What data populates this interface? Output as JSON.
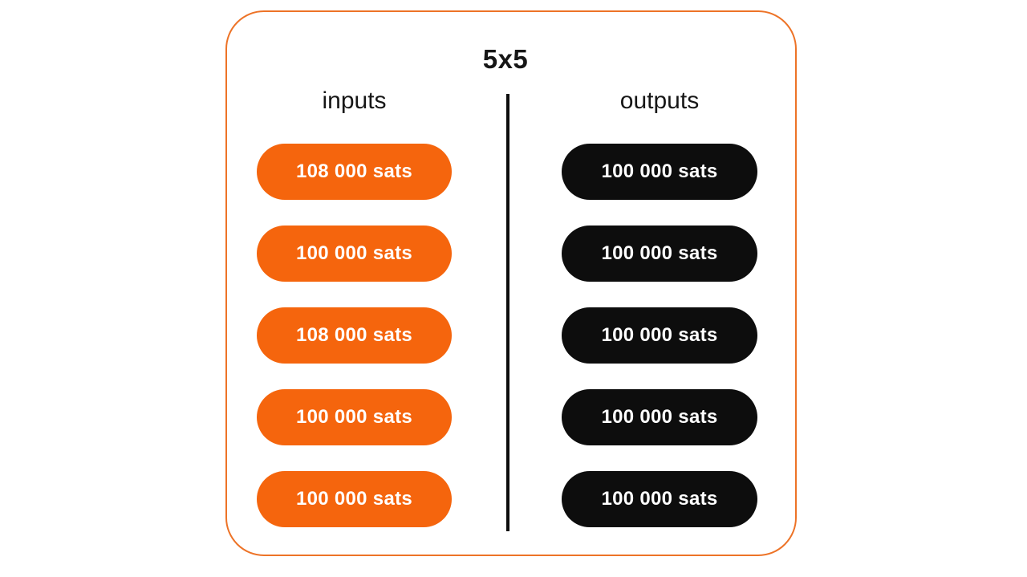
{
  "title": "5x5",
  "colors": {
    "page_bg": "#FFFFFF",
    "frame_border": "#ED7327",
    "input_pill": "#F5650D",
    "output_pill": "#0D0D0D",
    "pill_text": "#FFFFFF",
    "heading_text": "#161616",
    "divider": "#0D0D0D"
  },
  "inputs": {
    "label": "inputs",
    "items": [
      "108 000 sats",
      "100 000 sats",
      "108 000 sats",
      "100 000 sats",
      "100 000 sats"
    ]
  },
  "outputs": {
    "label": "outputs",
    "items": [
      "100 000 sats",
      "100 000 sats",
      "100 000 sats",
      "100 000 sats",
      "100 000 sats"
    ]
  }
}
